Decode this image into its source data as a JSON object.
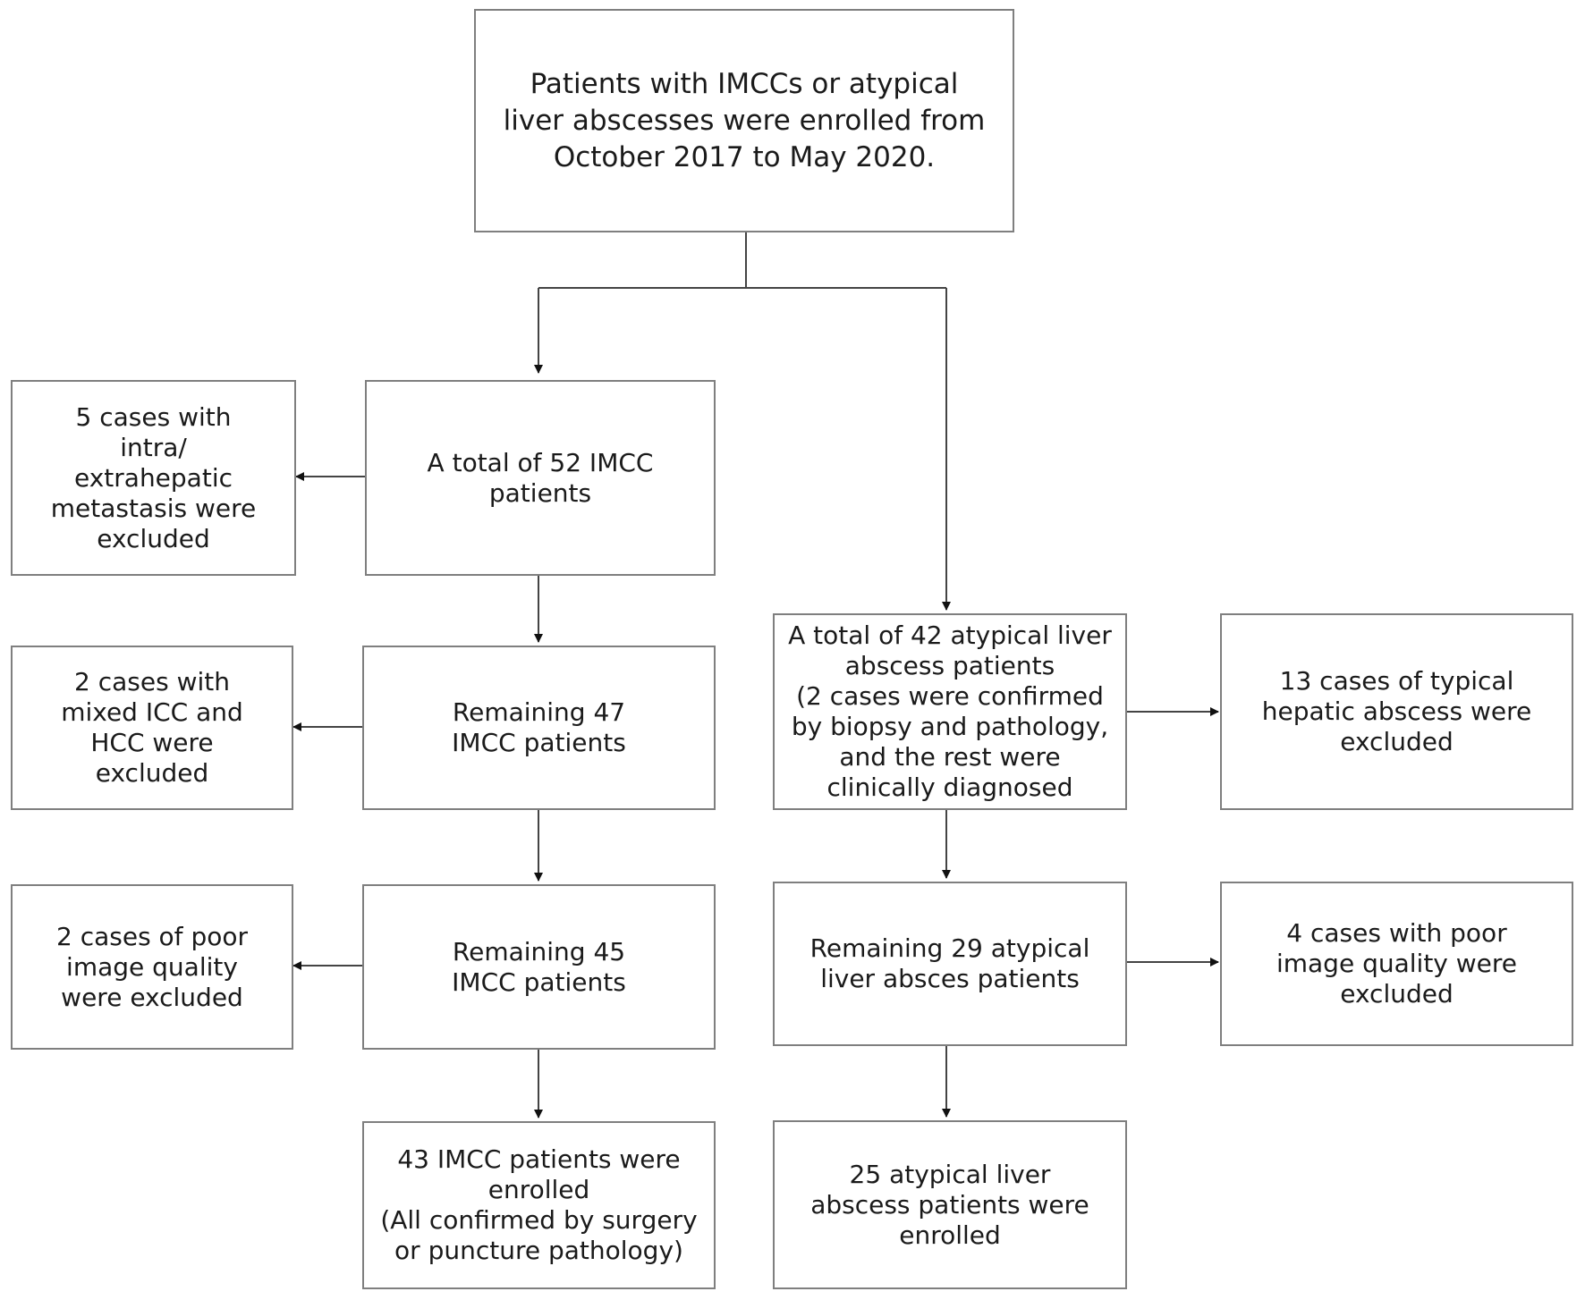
{
  "boxes": {
    "enrollment": "Patients with IMCCs or atypical liver abscesses were enrolled from October 2017 to May 2020.",
    "imcc_total": "A total of 52 IMCC patients",
    "imcc_excl_metastasis": "5 cases with intra/ extrahepatic metastasis were excluded",
    "imcc_remaining_47": "Remaining 47 IMCC patients",
    "imcc_excl_mixed": "2 cases with mixed ICC and HCC were excluded",
    "imcc_remaining_45": "Remaining 45 IMCC patients",
    "imcc_excl_quality": "2 cases of poor image quality were excluded",
    "imcc_enrolled": "43 IMCC patients were enrolled\n(All confirmed by surgery or puncture pathology)",
    "abscess_total": "A total of 42 atypical liver abscess patients\n(2 cases were confirmed by biopsy and pathology, and the rest were clinically diagnosed",
    "abscess_excl_typical": "13 cases of typical hepatic abscess were excluded",
    "abscess_remaining_29": "Remaining 29 atypical liver absces patients",
    "abscess_excl_quality": "4 cases with poor image quality were excluded",
    "abscess_enrolled": "25  atypical liver abscess patients were enrolled"
  }
}
